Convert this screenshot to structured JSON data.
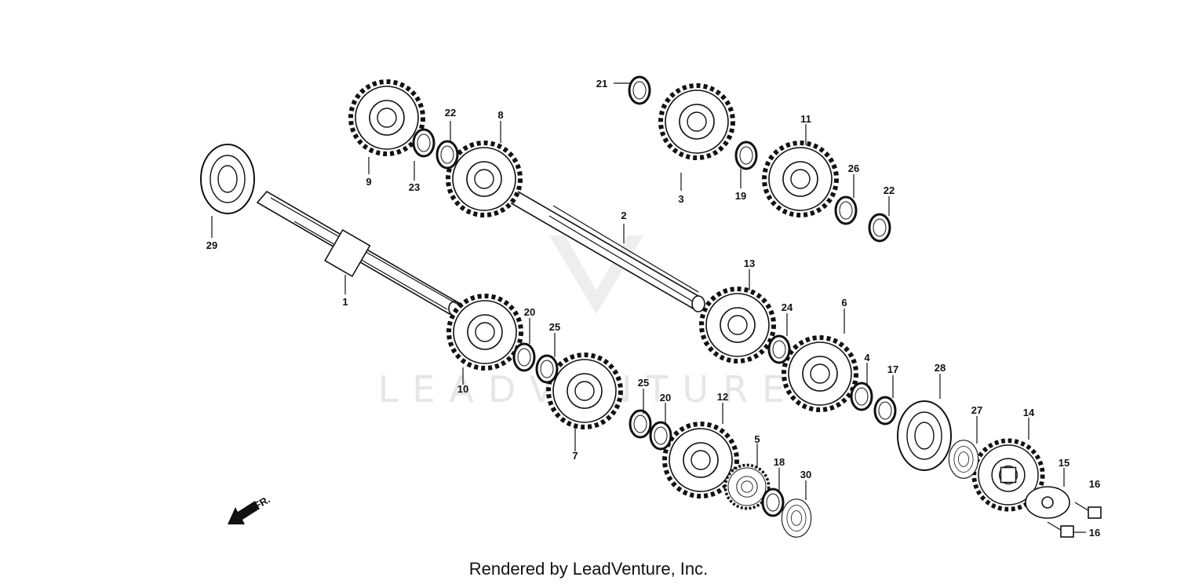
{
  "watermark": "LEADVENTURE",
  "credit": "Rendered by LeadVenture, Inc.",
  "direction_label": "FR.",
  "icons": {
    "direction": "arrow-down-left-icon",
    "brand": "leadventure-logo-icon"
  },
  "part_labels": [
    "1",
    "2",
    "3",
    "4",
    "5",
    "6",
    "7",
    "8",
    "9",
    "10",
    "11",
    "12",
    "13",
    "14",
    "15",
    "16",
    "16",
    "17",
    "18",
    "19",
    "20",
    "20",
    "21",
    "22",
    "22",
    "23",
    "24",
    "25",
    "25",
    "26",
    "27",
    "28",
    "29",
    "30"
  ]
}
